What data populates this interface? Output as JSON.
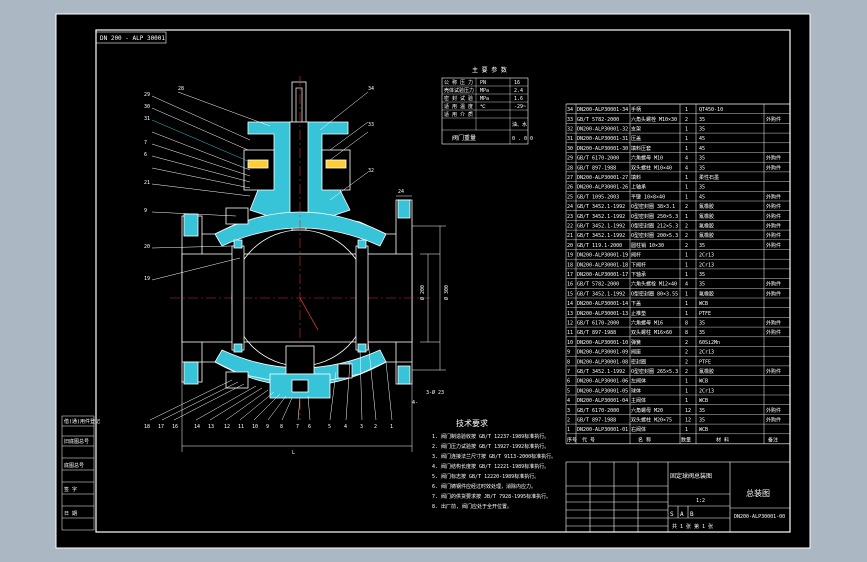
{
  "drawing_code": "DN 200 - ALP 30001",
  "detail_refs": [
    "29",
    "30",
    "31",
    "7",
    "6",
    "28",
    "34",
    "33",
    "32",
    "9",
    "20",
    "19",
    "21"
  ],
  "dimensions": {
    "flange_width": "24",
    "length": "L",
    "dims_right": [
      "Ø 300",
      "Ø 200"
    ],
    "bolt_label": "3-Ø 23",
    "small_label": "4-"
  },
  "bottom_balloons": [
    "18",
    "17",
    "16",
    "14",
    "13",
    "12",
    "11",
    "10",
    "9",
    "8",
    "7",
    "6",
    "5",
    "4",
    "3",
    "2",
    "1"
  ],
  "spec_table": {
    "title": "主 要 参 数",
    "rows": [
      [
        "公 称 压 力",
        "PN",
        "16"
      ],
      [
        "壳体试验压力",
        "MPa",
        "2.4"
      ],
      [
        "密 封 试 验",
        "MPa",
        "1.6"
      ],
      [
        "适 用 温 度",
        "℃",
        "-29~"
      ],
      [
        "适 用 介 质",
        "",
        "油、水"
      ]
    ],
    "footer_label": "阀门重量",
    "footer_value": "0 . 0 0"
  },
  "notes": {
    "title": "技术要求",
    "lines": [
      "1. 阀门制造验收按 GB/T 12237-1989标准执行。",
      "2. 阀门压力试验按 GB/T 13927-1992标准执行。",
      "3. 阀门连接法兰尺寸按 GB/T 9113-2000标准执行。",
      "4. 阀门结构长度按 GB/T 12221-1989标准执行。",
      "5. 阀门标志按 GB/T 12220-1989标准执行。",
      "6. 阀门铸钢件应经过时效处理，消除内应力。",
      "7. 阀门的供货要求按 JB/T 7928-1995标准执行。",
      "8. 出厂前, 阀门应处于全开位置。"
    ]
  },
  "bom": [
    {
      "no": "34",
      "code": "DN200-ALP30001-34",
      "name": "手柄",
      "qty": "1",
      "mat": "QT450-10",
      "note": ""
    },
    {
      "no": "33",
      "code": "GB/T 5782-2000",
      "name": "六角头螺栓 M10×30",
      "qty": "2",
      "mat": "35",
      "note": "外购件"
    },
    {
      "no": "32",
      "code": "DN200-ALP30001-32",
      "name": "支架",
      "qty": "1",
      "mat": "35",
      "note": ""
    },
    {
      "no": "31",
      "code": "DN200-ALP30001-31",
      "name": "压盖",
      "qty": "1",
      "mat": "45",
      "note": ""
    },
    {
      "no": "30",
      "code": "DN200-ALP30001-30",
      "name": "填料压套",
      "qty": "1",
      "mat": "45",
      "note": ""
    },
    {
      "no": "29",
      "code": "GB/T 6170-2000",
      "name": "六角螺母 M10",
      "qty": "4",
      "mat": "35",
      "note": "外购件"
    },
    {
      "no": "28",
      "code": "GB/T 897-1988",
      "name": "双头螺柱 M10×40",
      "qty": "4",
      "mat": "35",
      "note": "外购件"
    },
    {
      "no": "27",
      "code": "DN200-ALP30001-27",
      "name": "填料",
      "qty": "1",
      "mat": "柔性石墨",
      "note": ""
    },
    {
      "no": "26",
      "code": "DN200-ALP30001-26",
      "name": "上轴承",
      "qty": "1",
      "mat": "35",
      "note": ""
    },
    {
      "no": "25",
      "code": "GB/T 1095-2003",
      "name": "平键 10×8×40",
      "qty": "1",
      "mat": "45",
      "note": "外购件"
    },
    {
      "no": "24",
      "code": "GB/T 3452.1-1992",
      "name": "O型密封圈 38×3.1",
      "qty": "2",
      "mat": "氟橡胶",
      "note": "外购件"
    },
    {
      "no": "23",
      "code": "GB/T 3452.1-1992",
      "name": "O型密封圈 250×5.3",
      "qty": "1",
      "mat": "氟橡胶",
      "note": "外购件"
    },
    {
      "no": "22",
      "code": "GB/T 3452.1-1992",
      "name": "O型密封圈 212×5.3",
      "qty": "2",
      "mat": "氟橡胶",
      "note": "外购件"
    },
    {
      "no": "21",
      "code": "GB/T 3452.1-1992",
      "name": "O型密封圈 200×5.3",
      "qty": "2",
      "mat": "氟橡胶",
      "note": "外购件"
    },
    {
      "no": "20",
      "code": "GB/T 119.1-2000",
      "name": "圆柱销 10×30",
      "qty": "2",
      "mat": "35",
      "note": "外购件"
    },
    {
      "no": "19",
      "code": "DN200-ALP30001-19",
      "name": "阀杆",
      "qty": "1",
      "mat": "2Cr13",
      "note": ""
    },
    {
      "no": "18",
      "code": "DN200-ALP30001-18",
      "name": "下阀杆",
      "qty": "1",
      "mat": "2Cr13",
      "note": ""
    },
    {
      "no": "17",
      "code": "DN200-ALP30001-17",
      "name": "下轴承",
      "qty": "1",
      "mat": "35",
      "note": ""
    },
    {
      "no": "16",
      "code": "GB/T 5782-2000",
      "name": "六角头螺栓 M12×40",
      "qty": "4",
      "mat": "35",
      "note": "外购件"
    },
    {
      "no": "15",
      "code": "GB/T 3452.1-1992",
      "name": "O型密封圈 80×3.55",
      "qty": "1",
      "mat": "氟橡胶",
      "note": "外购件"
    },
    {
      "no": "14",
      "code": "DN200-ALP30001-14",
      "name": "下盖",
      "qty": "1",
      "mat": "WCB",
      "note": ""
    },
    {
      "no": "13",
      "code": "DN200-ALP30001-13",
      "name": "止推垫",
      "qty": "1",
      "mat": "PTFE",
      "note": ""
    },
    {
      "no": "12",
      "code": "GB/T 6170-2000",
      "name": "六角螺母 M16",
      "qty": "8",
      "mat": "35",
      "note": "外购件"
    },
    {
      "no": "11",
      "code": "GB/T 897-1988",
      "name": "双头螺柱 M16×60",
      "qty": "8",
      "mat": "35",
      "note": "外购件"
    },
    {
      "no": "10",
      "code": "DN200-ALP30001-10",
      "name": "弹簧",
      "qty": "2",
      "mat": "60Si2Mn",
      "note": ""
    },
    {
      "no": "9",
      "code": "DN200-ALP30001-09",
      "name": "阀座",
      "qty": "2",
      "mat": "2Cr13",
      "note": ""
    },
    {
      "no": "8",
      "code": "DN200-ALP30001-08",
      "name": "密封圈",
      "qty": "2",
      "mat": "PTFE",
      "note": ""
    },
    {
      "no": "7",
      "code": "GB/T 3452.1-1992",
      "name": "O型密封圈 265×5.3",
      "qty": "2",
      "mat": "氟橡胶",
      "note": "外购件"
    },
    {
      "no": "6",
      "code": "DN200-ALP30001-06",
      "name": "左阀体",
      "qty": "1",
      "mat": "WCB",
      "note": ""
    },
    {
      "no": "5",
      "code": "DN200-ALP30001-05",
      "name": "球体",
      "qty": "1",
      "mat": "2Cr13",
      "note": ""
    },
    {
      "no": "4",
      "code": "DN200-ALP30001-04",
      "name": "主阀体",
      "qty": "1",
      "mat": "WCB",
      "note": ""
    },
    {
      "no": "3",
      "code": "GB/T 6170-2000",
      "name": "六角螺母 M20",
      "qty": "12",
      "mat": "35",
      "note": "外购件"
    },
    {
      "no": "2",
      "code": "GB/T 897-1988",
      "name": "双头螺柱 M20×75",
      "qty": "12",
      "mat": "35",
      "note": "外购件"
    },
    {
      "no": "1",
      "code": "DN200-ALP30001-01",
      "name": "右阀体",
      "qty": "1",
      "mat": "WCB",
      "note": ""
    }
  ],
  "bom_header": {
    "no": "序号",
    "code": "代 号",
    "name": "名 称",
    "qty": "数量",
    "mat": "材 料",
    "note": "备注"
  },
  "title_block": {
    "part_name": "固定球阀总装图",
    "drawing_title": "总装图",
    "drawing_number": "DN200-ALP30001-00",
    "company": "",
    "scale_label": "1:2",
    "sheets": "共 1 张 第 1 张",
    "stage_marks": [
      "S",
      "A",
      "B"
    ]
  },
  "left_stamps": [
    "借(通)用件登记",
    "",
    "旧底图总号",
    "",
    "底图总号",
    "",
    "签 字",
    "",
    "日 期",
    ""
  ]
}
